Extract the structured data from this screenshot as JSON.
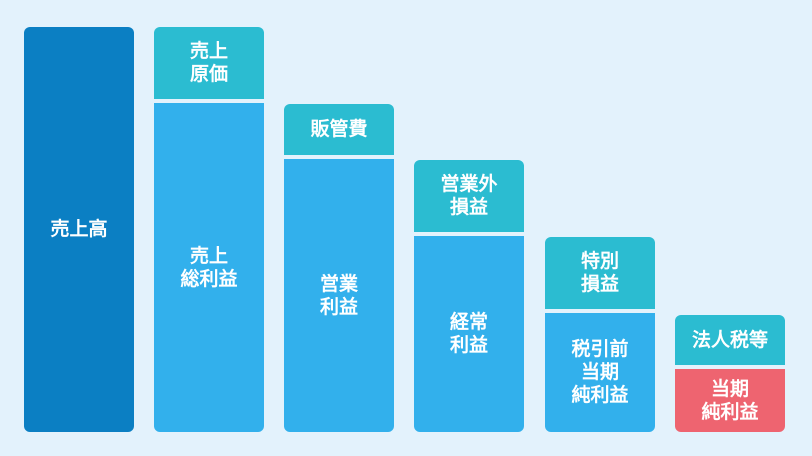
{
  "diagram": {
    "colors": {
      "background": "#e3f2fc",
      "revenue": "#0b7fc3",
      "profit": "#32b0ec",
      "cost": "#2bbcd1",
      "net_income": "#ee6470",
      "text": "#ffffff"
    },
    "columns": [
      {
        "blocks": [
          {
            "label": "売上高",
            "kind": "revenue"
          }
        ]
      },
      {
        "blocks": [
          {
            "label": "売上\n原価",
            "kind": "cost"
          },
          {
            "label": "売上\n総利益",
            "kind": "profit"
          }
        ]
      },
      {
        "blocks": [
          {
            "label": "販管費",
            "kind": "cost"
          },
          {
            "label": "営業\n利益",
            "kind": "profit"
          }
        ]
      },
      {
        "blocks": [
          {
            "label": "営業外\n損益",
            "kind": "cost"
          },
          {
            "label": "経常\n利益",
            "kind": "profit"
          }
        ]
      },
      {
        "blocks": [
          {
            "label": "特別\n損益",
            "kind": "cost"
          },
          {
            "label": "税引前\n当期\n純利益",
            "kind": "profit"
          }
        ]
      },
      {
        "blocks": [
          {
            "label": "法人税等",
            "kind": "cost"
          },
          {
            "label": "当期\n純利益",
            "kind": "net_income"
          }
        ]
      }
    ]
  }
}
